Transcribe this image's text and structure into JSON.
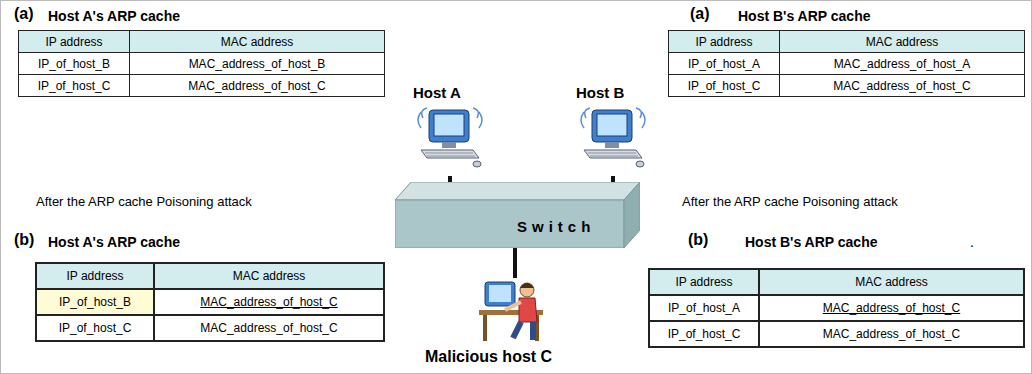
{
  "diagram": {
    "nodes": [
      {
        "text": [
          "Host A"
        ]
      },
      {
        "text": [
          "Host B"
        ]
      },
      {
        "text": [
          "Switch"
        ]
      },
      {
        "text": [
          "Malicious host C"
        ]
      }
    ],
    "edges": [
      {
        "from": 0,
        "to": 2,
        "arrow": "none"
      },
      {
        "from": 1,
        "to": 2,
        "arrow": "none"
      },
      {
        "from": 2,
        "to": 3,
        "arrow": "none"
      }
    ],
    "labels": [
      "(a)",
      "Host A's ARP cache",
      "IP address",
      "MAC address",
      "IP_of_host_B",
      "MAC_address_of_host_B",
      "IP_of_host_C",
      "MAC_address_of_host_C",
      "After the ARP cache Poisoning attack",
      "(b)",
      "Host A's ARP cache",
      "IP address",
      "MAC address",
      "IP_of_host_B",
      "MAC_address_of_host_C",
      "IP_of_host_C",
      "MAC_address_of_host_C",
      "(a)",
      "Host B's ARP cache",
      "IP address",
      "MAC address",
      "IP_of_host_A",
      "MAC_address_of_host_A",
      "IP_of_host_C",
      "MAC_address_of_host_C",
      "After the ARP cache Poisoning attack",
      "(b)",
      "Host B's ARP cache",
      ".",
      "IP address",
      "MAC address",
      "IP_of_host_A",
      "MAC_address_of_host_C",
      "IP_of_host_C",
      "MAC_address_of_host_C"
    ]
  }
}
